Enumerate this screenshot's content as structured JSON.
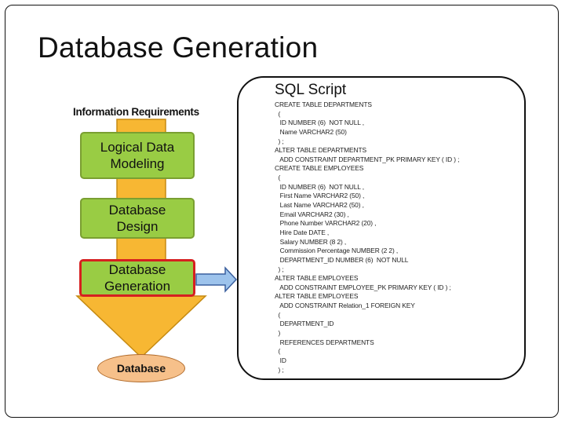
{
  "slide": {
    "title": "Database Generation"
  },
  "diagram": {
    "info_requirements": "Information Requirements",
    "steps": [
      {
        "label": "Logical Data\nModeling",
        "highlighted": false
      },
      {
        "label": "Database\nDesign",
        "highlighted": false
      },
      {
        "label": "Database\nGeneration",
        "highlighted": true
      }
    ],
    "database": "Database",
    "colors": {
      "box_fill": "#99cc44",
      "highlight_border": "#d62020",
      "arrow_fill": "#f7b733",
      "connector_arrow": "#9dc3ec",
      "database_fill": "#f6c08a"
    }
  },
  "sql": {
    "title": "SQL Script",
    "lines": [
      "CREATE TABLE DEPARTMENTS",
      "  (",
      "   ID NUMBER (6)  NOT NULL ,",
      "   Name VARCHAR2 (50)",
      "  ) ;",
      "ALTER TABLE DEPARTMENTS",
      "   ADD CONSTRAINT DEPARTMENT_PK PRIMARY KEY ( ID ) ;",
      "CREATE TABLE EMPLOYEES",
      "  (",
      "   ID NUMBER (6)  NOT NULL ,",
      "   First Name VARCHAR2 (50) ,",
      "   Last Name VARCHAR2 (50) ,",
      "   Email VARCHAR2 (30) ,",
      "   Phone Number VARCHAR2 (20) ,",
      "   Hire Date DATE ,",
      "   Salary NUMBER (8 2) ,",
      "   Commission Percentage NUMBER (2 2) ,",
      "   DEPARTMENT_ID NUMBER (6)  NOT NULL",
      "  ) ;",
      "ALTER TABLE EMPLOYEES",
      "   ADD CONSTRAINT EMPLOYEE_PK PRIMARY KEY ( ID ) ;",
      "ALTER TABLE EMPLOYEES",
      "   ADD CONSTRAINT Relation_1 FOREIGN KEY",
      "  (",
      "   DEPARTMENT_ID",
      "  )",
      "   REFERENCES DEPARTMENTS",
      "  (",
      "   ID",
      "  ) ;"
    ]
  }
}
